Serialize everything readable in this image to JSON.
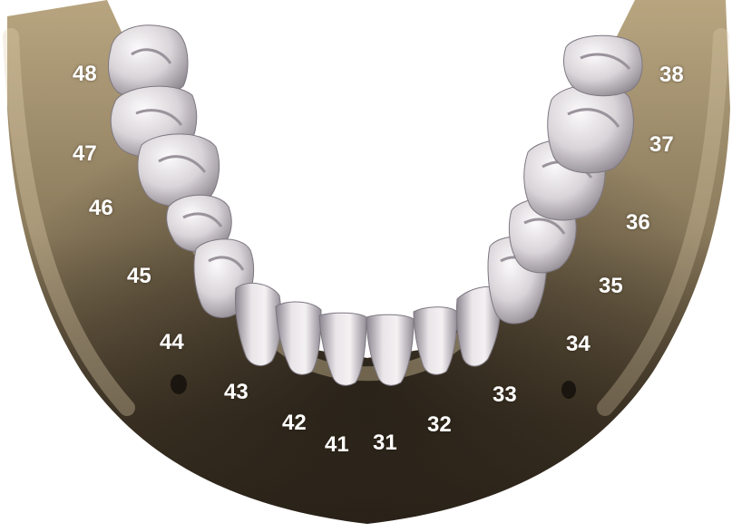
{
  "image": {
    "subject": "mandible-occlusal-view",
    "colors": {
      "bone_light": "#d7c7a2",
      "bone_mid": "#a89674",
      "bone_dark": "#3d3324",
      "tooth_light": "#f1eef0",
      "tooth_shadow": "#8d8690",
      "background": "#ffffff",
      "label": "#ffffff"
    }
  },
  "labels": [
    {
      "id": "48",
      "text": "48"
    },
    {
      "id": "47",
      "text": "47"
    },
    {
      "id": "46",
      "text": "46"
    },
    {
      "id": "45",
      "text": "45"
    },
    {
      "id": "44",
      "text": "44"
    },
    {
      "id": "43",
      "text": "43"
    },
    {
      "id": "42",
      "text": "42"
    },
    {
      "id": "41",
      "text": "41"
    },
    {
      "id": "31",
      "text": "31"
    },
    {
      "id": "32",
      "text": "32"
    },
    {
      "id": "33",
      "text": "33"
    },
    {
      "id": "34",
      "text": "34"
    },
    {
      "id": "35",
      "text": "35"
    },
    {
      "id": "36",
      "text": "36"
    },
    {
      "id": "37",
      "text": "37"
    },
    {
      "id": "38",
      "text": "38"
    }
  ]
}
